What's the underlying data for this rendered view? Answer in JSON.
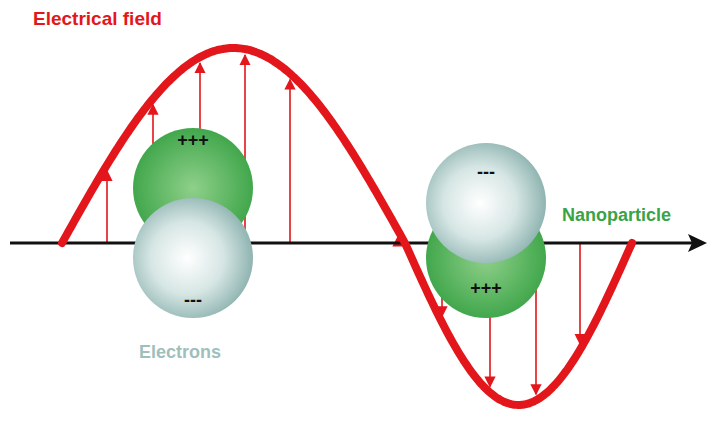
{
  "diagram": {
    "nodes": [
      {
        "text": [
          "+++"
        ]
      },
      {
        "text": [
          "---"
        ]
      },
      {
        "text": [
          "---"
        ]
      },
      {
        "text": [
          "+++"
        ]
      }
    ],
    "labels": [
      "Electrical field",
      "Nanoparticle",
      "Electrons"
    ]
  }
}
